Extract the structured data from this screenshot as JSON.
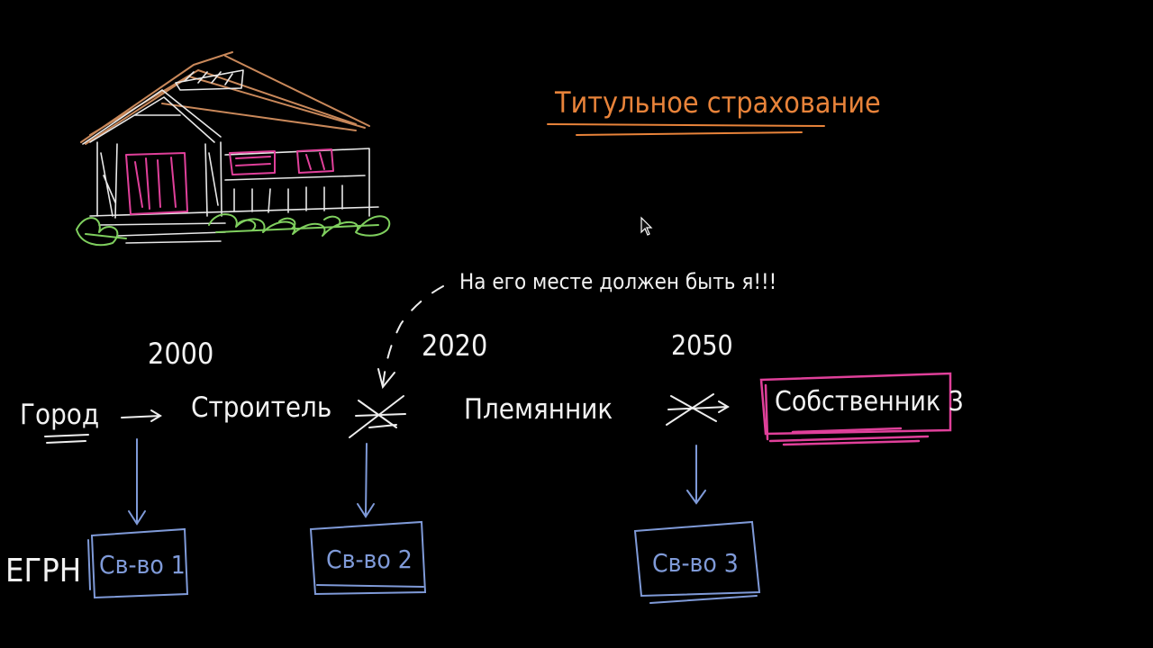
{
  "title": "Титульное страхование",
  "remark": "На его месте должен быть я!!!",
  "years": [
    "2000",
    "2020",
    "2050"
  ],
  "owners": {
    "city": "Город",
    "builder": "Строитель",
    "nephew": "Племянник",
    "owner3": "Собственник 3"
  },
  "registry": {
    "label": "ЕГРН",
    "certificates": [
      "Св-во 1",
      "Св-во 2",
      "Св-во 3"
    ]
  },
  "colors": {
    "background": "#000000",
    "text": "#f2f2f2",
    "title": "#e8833a",
    "registry": "#7f9ad8",
    "highlight": "#e0409a",
    "roof": "#c9885a",
    "bushes": "#7fcf5e"
  },
  "icons": [
    "house-sketch-icon",
    "cursor-icon"
  ]
}
